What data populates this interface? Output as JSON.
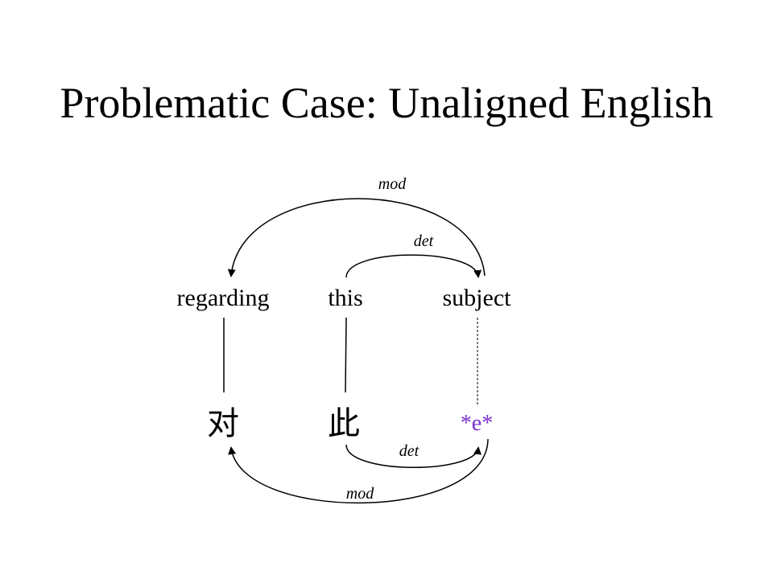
{
  "slide": {
    "title": "Problematic Case: Unaligned English"
  },
  "english_words": {
    "regarding": "regarding",
    "this": "this",
    "subject": "subject"
  },
  "chinese_words": {
    "dui": "对",
    "ci": "此",
    "empty": "*e*"
  },
  "relations": {
    "top_mod": "mod",
    "top_det": "det",
    "bottom_det": "det",
    "bottom_mod": "mod"
  },
  "colors": {
    "empty_token": "#7b2fd0"
  }
}
